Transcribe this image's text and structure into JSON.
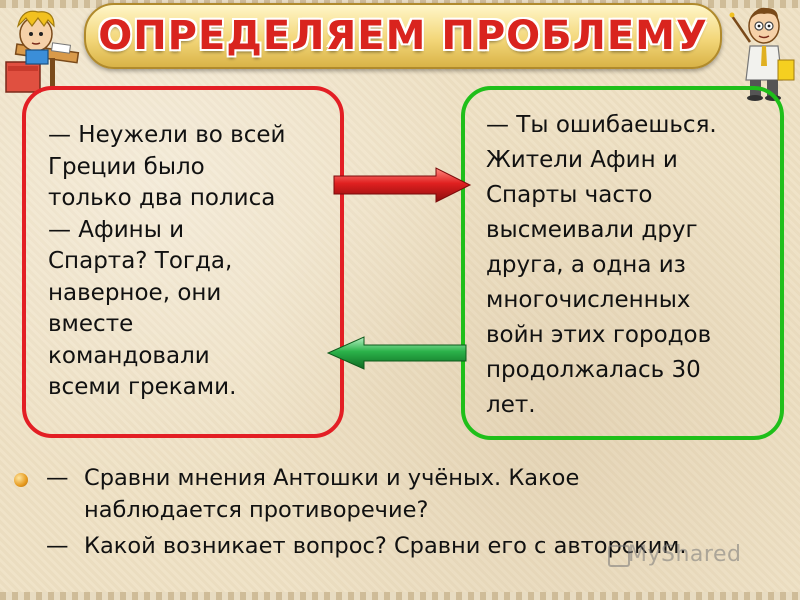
{
  "title": "ОПРЕДЕЛЯЕМ  ПРОБЛЕМУ",
  "left_box": {
    "lines": [
      "— Неужели во всей",
      "Греции было",
      "только два полиса",
      "— Афины и",
      "Спарта? Тогда,",
      "наверное, они",
      "вместе",
      "командовали",
      "всеми греками."
    ]
  },
  "right_box": {
    "lines": [
      "— Ты ошибаешься.",
      "Жители Афин и",
      "Спарты часто",
      "высмеивали друг",
      "друга, а одна из",
      "многочисленных",
      "войн этих городов",
      "продолжалась 30",
      "лет."
    ]
  },
  "bottom": {
    "q1_dash": "—",
    "q1": "Сравни мнения Антошки и учёных. Какое наблюдается противоречие?",
    "q2_dash": "—",
    "q2": "Какой возникает вопрос? Сравни его с авторским."
  },
  "watermark": "MyShared",
  "colors": {
    "title_red": "#d9241e",
    "left_border": "#e31e24",
    "right_border": "#1fbf1a",
    "arrow_red": "#e02020",
    "arrow_green": "#2bb34a"
  },
  "icons": [
    "student-character-icon",
    "teacher-character-icon",
    "arrow-right-icon",
    "arrow-left-icon",
    "bullet-icon"
  ]
}
